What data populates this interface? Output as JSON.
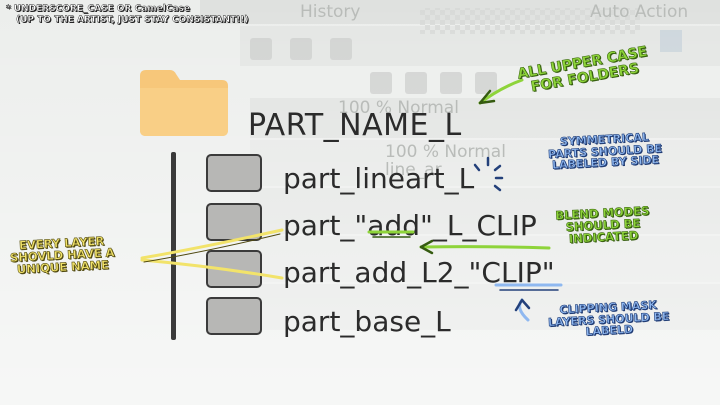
{
  "background_ui": {
    "history_tab": "History",
    "auto_action_tab": "Auto Action",
    "percent_normal_1": "100 % Normal",
    "percent_normal_2": "100 % Normal",
    "lineart_label": "line_ar"
  },
  "top_note": {
    "line1": "* UNDERSCORE_CASE OR CamelCase",
    "line2": "(UP TO THE ARTIST, JUST STAY CONSISTANT!!)"
  },
  "folder": {
    "name": "PART_NAME_L",
    "icon": "folder-icon",
    "color": "#f7c77a"
  },
  "layers": [
    {
      "name": "part_lineart_L"
    },
    {
      "name": "part_\"add\"_L_CLIP"
    },
    {
      "name": "part_add_L2_\"CLIP\""
    },
    {
      "name": "part_base_L"
    }
  ],
  "notes": {
    "folders": [
      "ALL UPPER CASE",
      "FOR FOLDERS"
    ],
    "symmetrical": [
      "SYMMETRICAL",
      "PARTS SHOULD BE",
      "LABELED BY SIDE"
    ],
    "blend": [
      "BLEND MODES",
      "SHOULD BE",
      "INDICATED"
    ],
    "unique": [
      "EVERY LAYER",
      "SHOVLD HAVE A",
      "UNIQUE NAME"
    ],
    "clipping": [
      "CLIPPING MASK",
      "LAYERS SHOULD BE",
      "LABELD"
    ]
  },
  "colors": {
    "green": "#8ed43a",
    "yellow": "#f2e36a",
    "blue": "#8fb8f0",
    "text": "#2b2b2b"
  }
}
